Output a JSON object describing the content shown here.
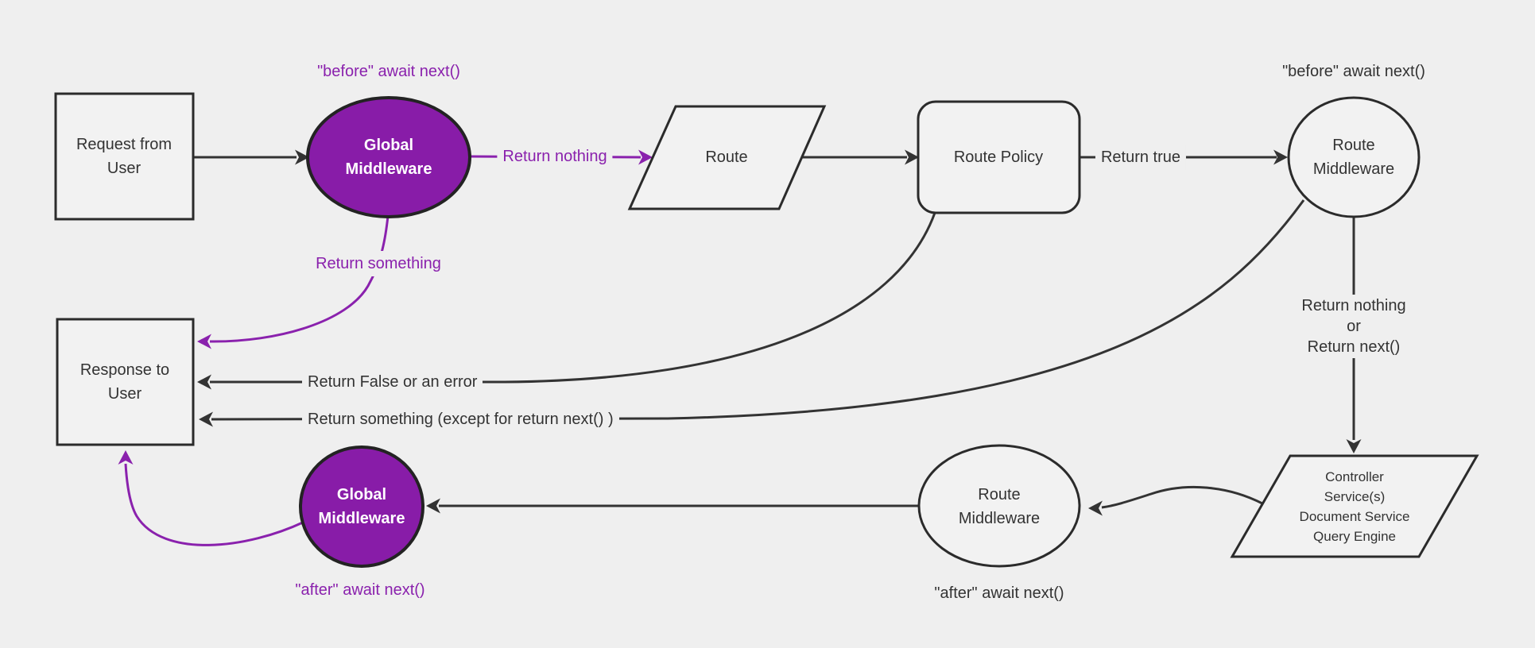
{
  "colors": {
    "background": "#efefef",
    "node_fill": "#f2f2f2",
    "node_border": "#2b2b2b",
    "edge_black": "#333333",
    "purple_fill": "#881CA8",
    "purple_edge": "#8A21AD",
    "white_text": "#ffffff"
  },
  "nodes": {
    "request": {
      "lines": [
        "Request from",
        "User"
      ]
    },
    "global_mw_top": {
      "lines": [
        "Global",
        "Middleware"
      ]
    },
    "route": {
      "label": "Route"
    },
    "route_policy": {
      "label": "Route Policy"
    },
    "route_mw_top": {
      "lines": [
        "Route",
        "Middleware"
      ]
    },
    "controller": {
      "lines": [
        "Controller",
        "Service(s)",
        "Document Service",
        "Query Engine"
      ]
    },
    "route_mw_bottom": {
      "lines": [
        "Route",
        "Middleware"
      ]
    },
    "global_mw_bottom": {
      "lines": [
        "Global",
        "Middleware"
      ]
    },
    "response": {
      "lines": [
        "Response to",
        "User"
      ]
    }
  },
  "edge_labels": {
    "before_await_top_left": "\"before\" await next()",
    "before_await_top_right": "\"before\" await next()",
    "return_nothing": "Return nothing",
    "return_true": "Return true",
    "return_something": "Return something",
    "return_nothing_or_next": [
      "Return nothing",
      "or",
      "Return next()"
    ],
    "return_false_or_error": "Return False or an error",
    "return_something_except": "Return something (except for return next() )",
    "after_await_bottom_left": "\"after\" await next()",
    "after_await_bottom_right": "\"after\" await next()"
  }
}
